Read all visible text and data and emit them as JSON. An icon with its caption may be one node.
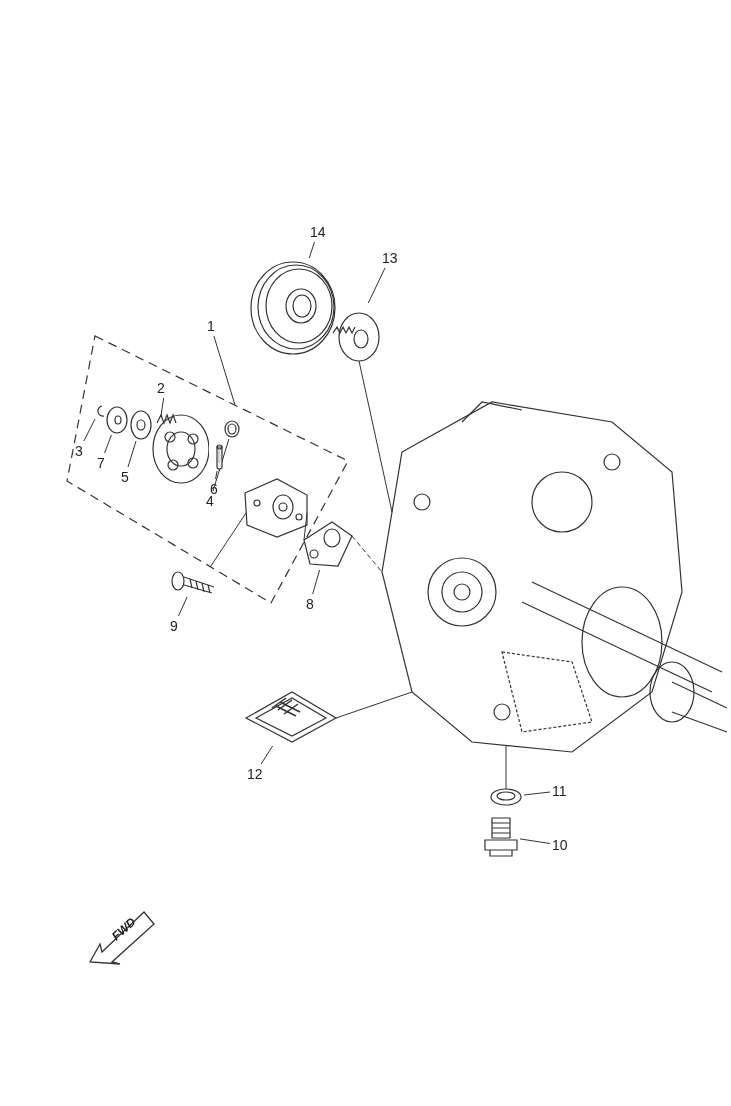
{
  "diagram": {
    "nodes": [
      {
        "text": [
          "14"
        ]
      },
      {
        "text": [],
        "shape": "picture"
      },
      {
        "text": [
          "13"
        ]
      },
      {
        "text": [],
        "shape": "picture"
      },
      {
        "text": [
          "1"
        ]
      },
      {
        "text": [],
        "shape": "box"
      },
      {
        "text": [
          "2"
        ],
        "in": 5
      },
      {
        "text": [],
        "shape": "picture",
        "in": 5
      },
      {
        "text": [
          "3"
        ],
        "in": 5
      },
      {
        "text": [],
        "shape": "picture",
        "in": 5
      },
      {
        "text": [
          "7"
        ],
        "in": 5
      },
      {
        "text": [],
        "shape": "picture",
        "in": 5
      },
      {
        "text": [
          "5"
        ],
        "in": 5
      },
      {
        "text": [],
        "shape": "picture",
        "in": 5
      },
      {
        "text": [
          "6"
        ],
        "in": 5
      },
      {
        "text": [],
        "shape": "picture",
        "in": 5
      },
      {
        "text": [
          "4"
        ],
        "in": 5
      },
      {
        "text": [],
        "shape": "picture",
        "in": 5
      },
      {
        "text": [],
        "shape": "picture",
        "in": 5
      },
      {
        "text": [
          "8"
        ]
      },
      {
        "text": [],
        "shape": "picture"
      },
      {
        "text": [
          "9"
        ]
      },
      {
        "text": [],
        "shape": "picture"
      },
      {
        "text": [],
        "shape": "picture"
      },
      {
        "text": [
          "12"
        ]
      },
      {
        "text": [],
        "shape": "picture"
      },
      {
        "text": [
          "11"
        ]
      },
      {
        "text": [],
        "shape": "picture"
      },
      {
        "text": [
          "10"
        ]
      },
      {
        "text": [],
        "shape": "picture"
      }
    ],
    "edges": [
      {
        "from": 0,
        "to": 1,
        "arrow": "none"
      },
      {
        "from": 2,
        "to": 3,
        "arrow": "none"
      },
      {
        "from": 4,
        "to": 5,
        "arrow": "none"
      },
      {
        "from": 6,
        "to": 7,
        "arrow": "none"
      },
      {
        "from": 8,
        "to": 9,
        "arrow": "none"
      },
      {
        "from": 10,
        "to": 11,
        "arrow": "none"
      },
      {
        "from": 12,
        "to": 13,
        "arrow": "none"
      },
      {
        "from": 14,
        "to": 15,
        "arrow": "none"
      },
      {
        "from": 16,
        "to": 17,
        "arrow": "none"
      },
      {
        "from": 19,
        "to": 20,
        "arrow": "none"
      },
      {
        "from": 21,
        "to": 22,
        "arrow": "none"
      },
      {
        "from": 24,
        "to": 25,
        "arrow": "none"
      },
      {
        "from": 26,
        "to": 27,
        "arrow": "none"
      },
      {
        "from": 28,
        "to": 29,
        "arrow": "none"
      },
      {
        "from": 3,
        "to": 23,
        "arrow": "none"
      },
      {
        "from": 22,
        "to": 18,
        "arrow": "none"
      },
      {
        "from": 18,
        "to": 20,
        "arrow": "none"
      },
      {
        "from": 20,
        "to": 23,
        "arrow": "none",
        "style": "dashed"
      },
      {
        "from": 25,
        "to": 23,
        "arrow": "none"
      },
      {
        "from": 27,
        "to": 23,
        "arrow": "none"
      }
    ],
    "labels": [
      "FWD"
    ]
  }
}
